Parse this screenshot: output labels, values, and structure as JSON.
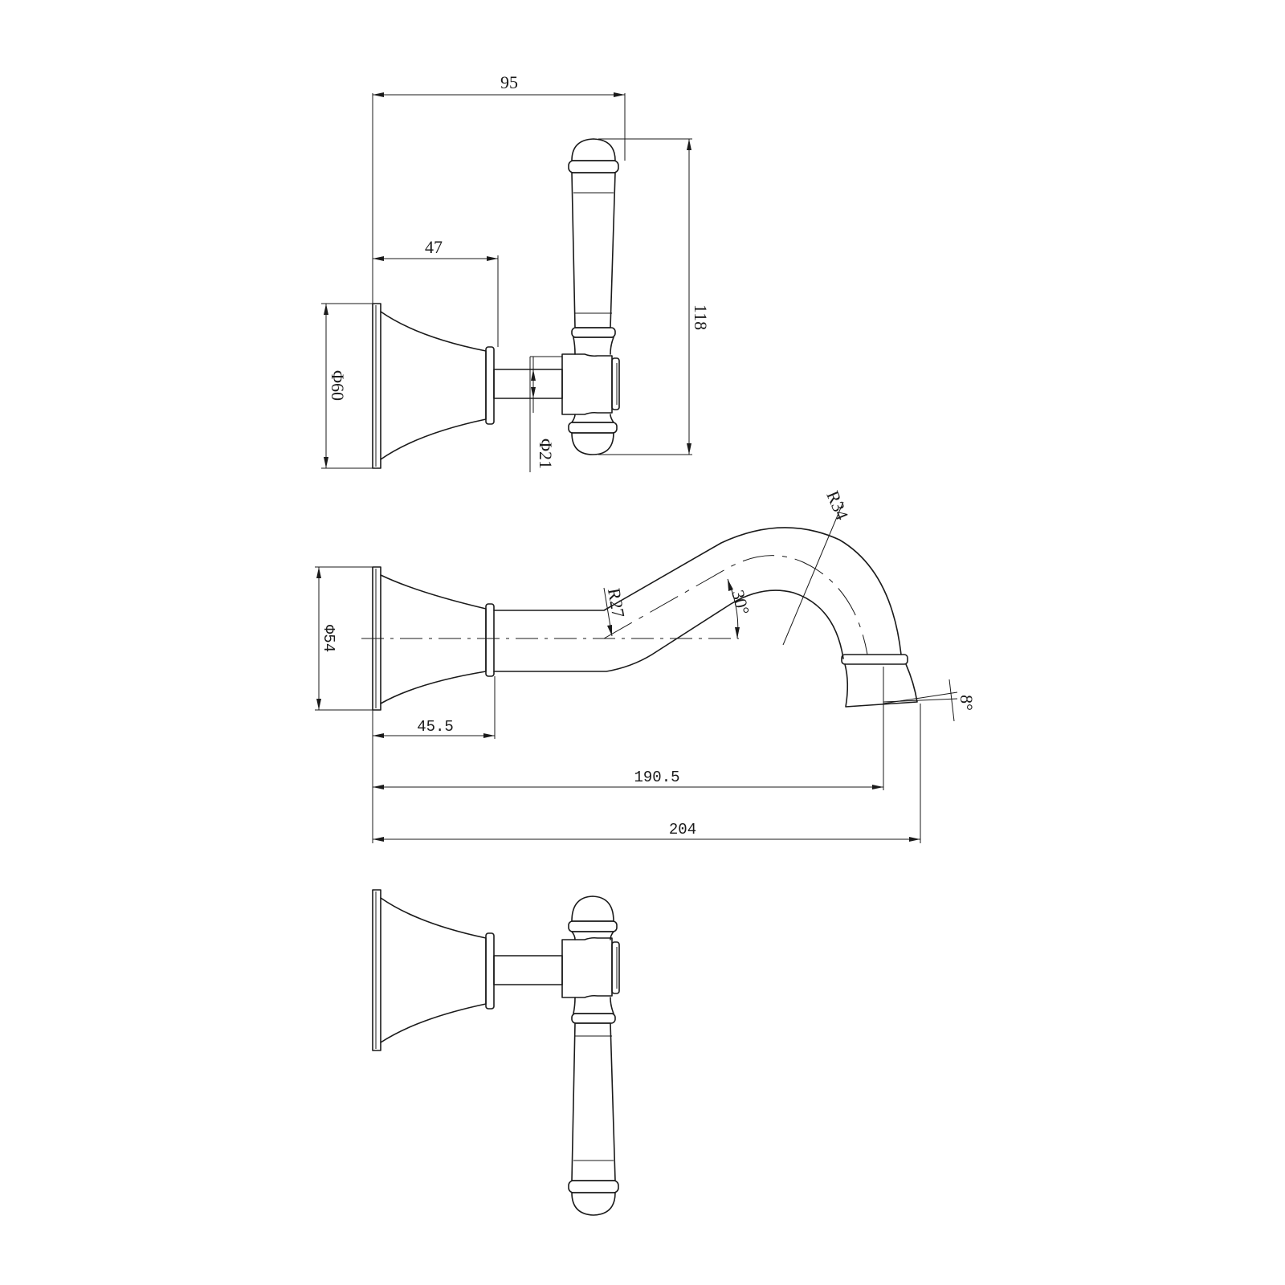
{
  "top_view": {
    "width_overall": "95",
    "projection": "47",
    "height_overall": "118",
    "flange_diameter": "Φ60",
    "stem_diameter": "Φ21"
  },
  "side_view": {
    "flange_diameter": "Φ54",
    "inner_bend_radius": "R27",
    "outer_bend_radius": "R34",
    "rise_angle": "30°",
    "outlet_angle": "8°",
    "flange_length": "45.5",
    "outlet_reach": "190.5",
    "overall_reach": "204"
  }
}
